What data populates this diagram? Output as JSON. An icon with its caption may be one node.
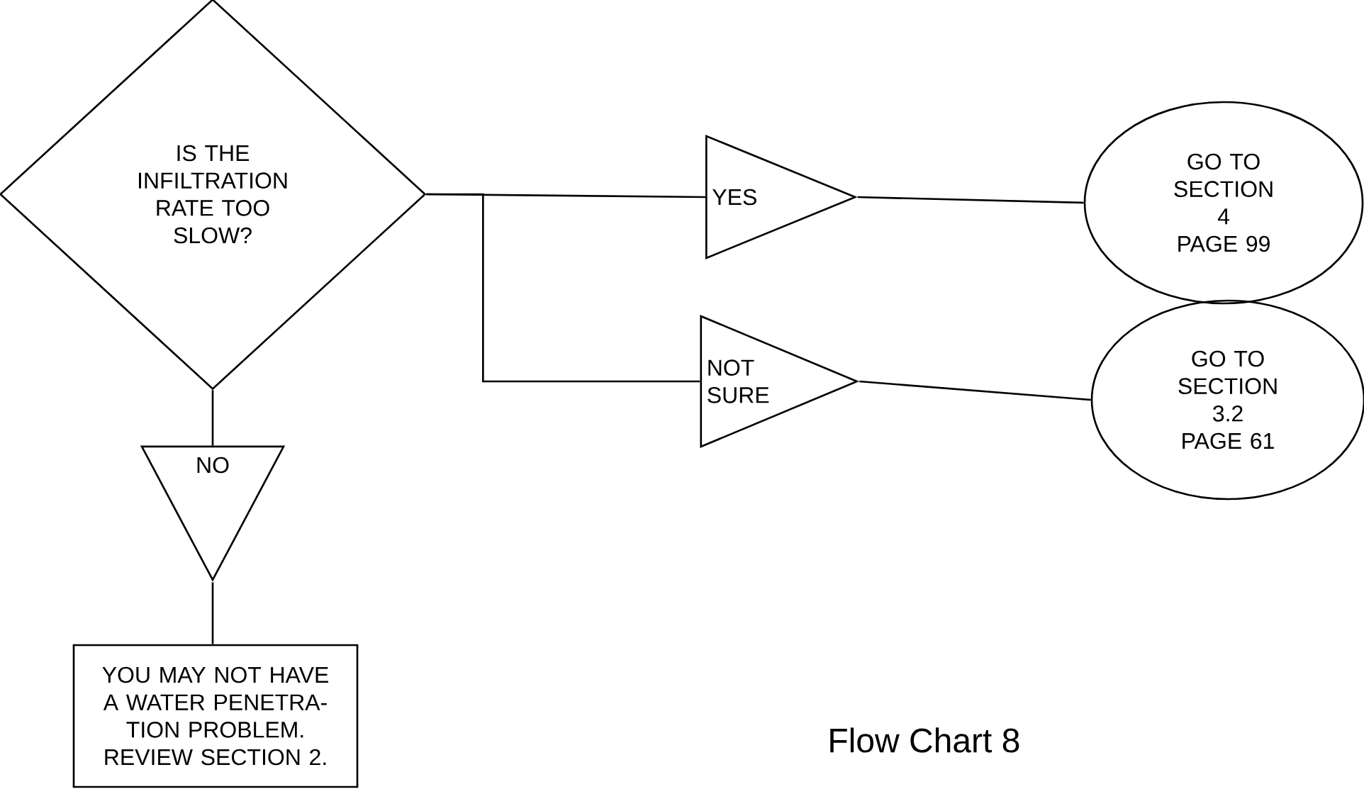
{
  "diagram": {
    "caption": "Flow Chart 8",
    "nodes": [
      {
        "text": [
          "IS THE INFILTRATION RATE TOO SLOW?"
        ]
      },
      {
        "text": [
          "YES"
        ]
      },
      {
        "text": [
          "GO TO SECTION 4",
          "PAGE 99"
        ]
      },
      {
        "text": [
          "NOT SURE"
        ]
      },
      {
        "text": [
          "GO TO SECTION 3.2",
          "PAGE 61"
        ]
      },
      {
        "text": [
          "NO"
        ]
      },
      {
        "text": [
          "YOU MAY NOT HAVE A WATER PENETRA- TION PROBLEM. REVIEW SECTION 2."
        ]
      }
    ],
    "edges": [
      {
        "from": 0,
        "to": 1,
        "arrow": "none"
      },
      {
        "from": 0,
        "to": 3,
        "arrow": "none"
      },
      {
        "from": 1,
        "to": 2,
        "arrow": "none"
      },
      {
        "from": 3,
        "to": 4,
        "arrow": "none"
      },
      {
        "from": 0,
        "to": 5,
        "arrow": "none"
      },
      {
        "from": 5,
        "to": 6,
        "arrow": "none"
      }
    ]
  }
}
